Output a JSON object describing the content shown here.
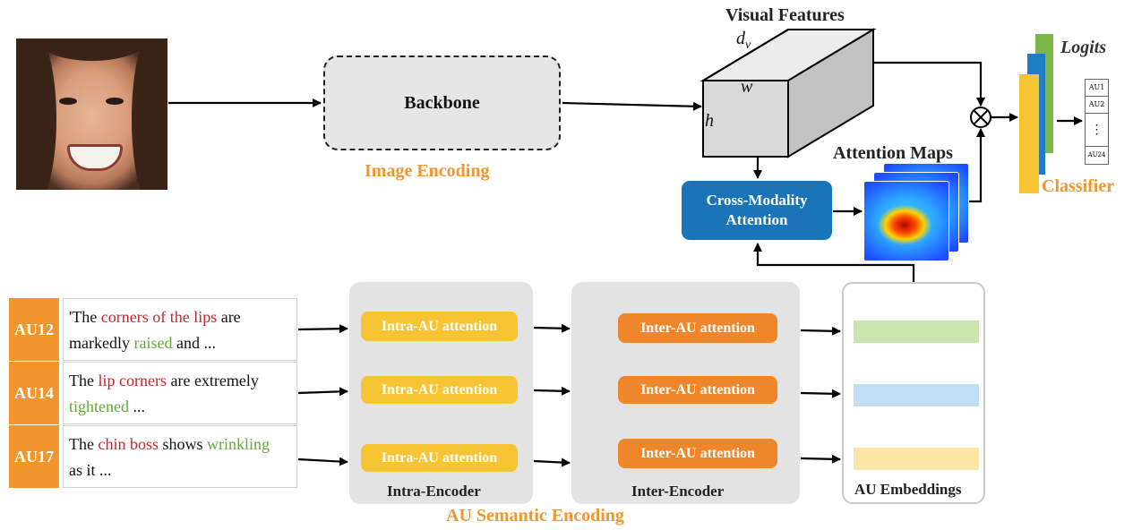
{
  "image_encoding": {
    "backbone_label": "Backbone",
    "section_label": "Image Encoding"
  },
  "visual_features": {
    "title": "Visual Features",
    "dims": {
      "d": "d",
      "v": "v",
      "w": "w",
      "h": "h"
    }
  },
  "cross_modality": {
    "label_line1": "Cross-Modality",
    "label_line2": "Attention"
  },
  "attention_maps": {
    "title": "Attention Maps"
  },
  "classifier": {
    "logits_label": "Logits",
    "classifier_label": "Classifier",
    "outputs": [
      "AU1",
      "AU2",
      "AU24"
    ],
    "ellipsis": "⋮",
    "colors": {
      "green": "#7ab648",
      "blue": "#1f7ec2",
      "yellow": "#f7c434"
    }
  },
  "au_inputs": [
    {
      "tag": "AU12",
      "line1": [
        "'The ",
        "corners of the lips",
        " are"
      ],
      "line2": [
        "markedly ",
        "raised",
        " and ..."
      ]
    },
    {
      "tag": "AU14",
      "line1": [
        "The ",
        "lip corners",
        " are extremely"
      ],
      "line2": [
        "",
        "tightened",
        " ..."
      ]
    },
    {
      "tag": "AU17",
      "line1": [
        "The ",
        "chin boss",
        " shows ",
        "wrinkling"
      ],
      "line2": [
        "as it ..."
      ]
    }
  ],
  "intra_encoder": {
    "caption": "Intra-Encoder",
    "items": [
      "Intra-AU attention",
      "Intra-AU attention",
      "Intra-AU attention"
    ]
  },
  "inter_encoder": {
    "caption": "Inter-Encoder",
    "items": [
      "Inter-AU attention",
      "Inter-AU attention",
      "Inter-AU attention"
    ]
  },
  "au_embeddings": {
    "caption": "AU Embeddings",
    "colors": [
      "#c9e6b0",
      "#bfe0f4",
      "#fbe6a8"
    ]
  },
  "section_labels": {
    "semantic": "AU Semantic Encoding"
  },
  "colors": {
    "orange": "#f0962e",
    "blue": "#1a75b8",
    "yellow": "#f7c434",
    "red_text": "#c4262c",
    "green_text": "#62a83a"
  }
}
